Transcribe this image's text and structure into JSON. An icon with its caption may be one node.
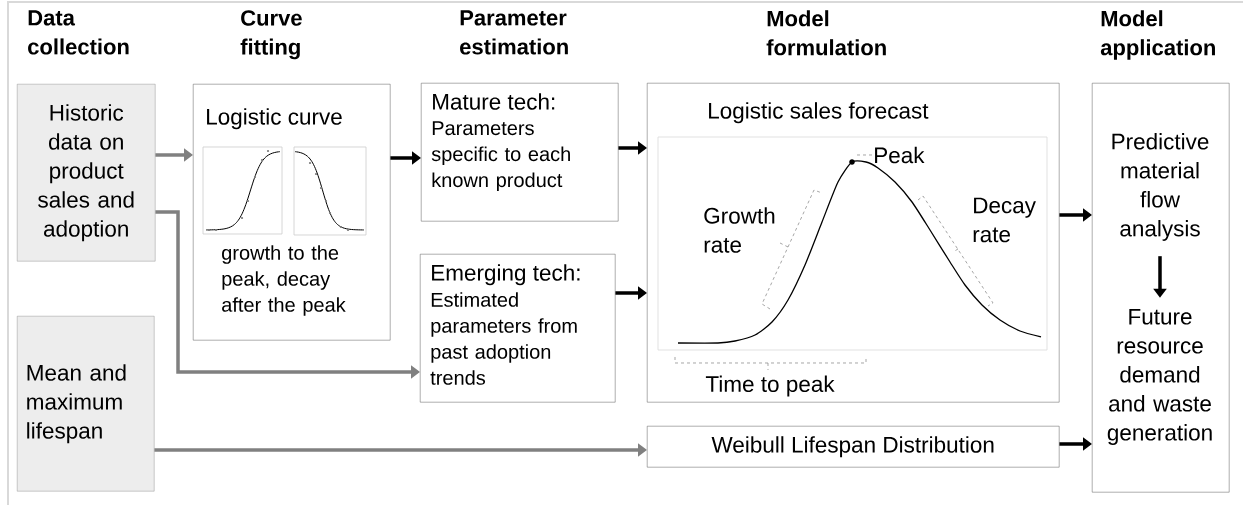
{
  "diagram": {
    "nodes": [
      {
        "text": [
          "Historic data on product sales and adoption"
        ]
      },
      {
        "text": [
          "Logistic curve",
          "growth to the peak, decay after the peak"
        ]
      },
      {
        "text": [
          "Mature tech:",
          "Parameters specific to each known product"
        ]
      },
      {
        "text": [
          "Emerging tech:",
          "Estimated parameters from past adoption trends"
        ]
      },
      {
        "text": [
          "Logistic sales forecast"
        ]
      },
      {
        "text": [
          "Peak"
        ],
        "in": 4
      },
      {
        "text": [],
        "shape": "box"
      },
      {
        "text": [
          "Predictive material flow analysis"
        ],
        "in": 6
      },
      {
        "text": [
          "Future resource demand and waste generation"
        ],
        "in": 6
      },
      {
        "text": [
          "Mean and maximum lifespan"
        ]
      },
      {
        "text": [
          "Weibull Lifespan Distribution"
        ]
      }
    ],
    "edges": [
      {
        "from": 0,
        "to": 1,
        "arrow": "to",
        "color": "#808080"
      },
      {
        "from": 0,
        "to": 3,
        "arrow": "to",
        "color": "#808080"
      },
      {
        "from": 9,
        "to": 10,
        "arrow": "to",
        "color": "#808080"
      },
      {
        "from": 1,
        "to": 2,
        "arrow": "to"
      },
      {
        "from": 2,
        "to": 4,
        "arrow": "to"
      },
      {
        "from": 3,
        "to": 4,
        "arrow": "to"
      },
      {
        "from": 4,
        "to": 6,
        "arrow": "to"
      },
      {
        "from": 10,
        "to": 6,
        "arrow": "to"
      },
      {
        "from": 7,
        "to": 8,
        "arrow": "to"
      },
      {
        "from": 5,
        "to": null,
        "arrow": "none",
        "style": "dashed",
        "color": "#808080"
      }
    ],
    "labels": [
      "Data collection",
      "Curve fitting",
      "Parameter estimation",
      "Model formulation",
      "Model application",
      "Growth rate",
      "Decay rate",
      "Time to peak"
    ]
  }
}
